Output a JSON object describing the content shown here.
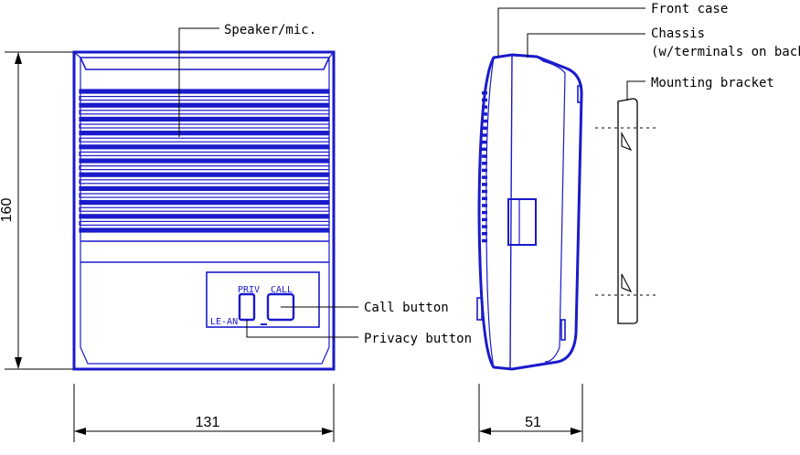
{
  "labels": {
    "speaker": "Speaker/mic.",
    "front_case": "Front case",
    "chassis": "Chassis",
    "chassis_note": "(w/terminals on back)",
    "mounting_bracket": "Mounting bracket",
    "call_button": "Call button",
    "privacy_button": "Privacy button"
  },
  "panel": {
    "priv": "PRIV",
    "call": "CALL",
    "model": "LE-AN"
  },
  "dimensions": {
    "height": "160",
    "width": "131",
    "depth": "51"
  },
  "colors": {
    "drawing": "#1a1acc",
    "leader": "#000000"
  }
}
